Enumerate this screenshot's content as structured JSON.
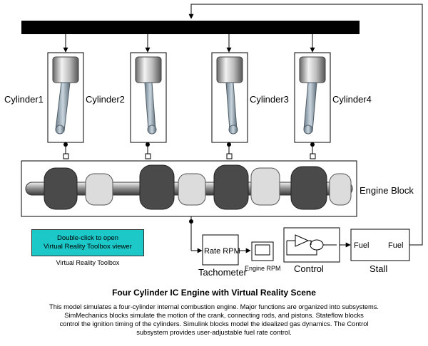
{
  "cylinders": [
    {
      "label": "Cylinder1"
    },
    {
      "label": "Cylinder2"
    },
    {
      "label": "Cylinder3"
    },
    {
      "label": "Cylinder4"
    }
  ],
  "engine_block": {
    "label": "Engine Block"
  },
  "tachometer": {
    "label": "Tachometer",
    "port": "Rate RPM"
  },
  "engine_rpm": {
    "label": "Engine RPM"
  },
  "control": {
    "label": "Control"
  },
  "stall": {
    "label": "Stall",
    "in_port": "Fuel",
    "out_port": "Fuel"
  },
  "vr_toolbox": {
    "line1": "Double-click to open",
    "line2": "Virtual Reality Toolbox viewer",
    "caption": "Virtual Reality Toolbox"
  },
  "title": "Four Cylinder IC Engine with Virtual Reality Scene",
  "description": [
    "This model simulates a four-cylinder internal combustion engine. Major functions are organized into subsystems.",
    "SimMechanics blocks simulate the motion of the crank, connecting rods, and pistons. Stateflow blocks",
    "control the ignition timing of the cylinders. Simulink blocks model the idealized gas dynamics. The Control",
    "subsystem provides user-adjustable fuel rate control."
  ],
  "colors": {
    "vr_button": "#1dc8c8",
    "bus": "#000000"
  }
}
